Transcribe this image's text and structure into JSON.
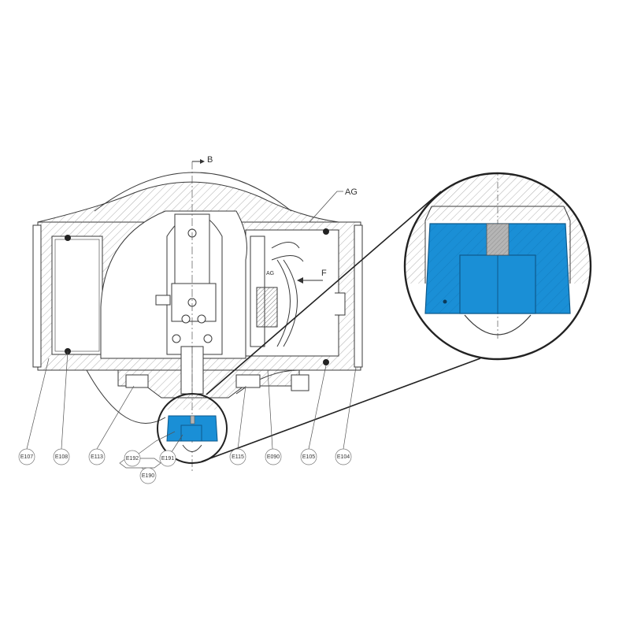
{
  "section_mark": "B",
  "detail_mark": "AG",
  "detail_mark_inner": "AG",
  "force_label": "F",
  "colors": {
    "highlight": "#1a8fd6",
    "line": "#3a3a3a",
    "hatch": "#9a9a9a",
    "insert": "#b5b5b5"
  },
  "parts": [
    "E107",
    "E108",
    "E113",
    "E192",
    "E191",
    "E190",
    "E115",
    "E090",
    "E105",
    "E104"
  ]
}
